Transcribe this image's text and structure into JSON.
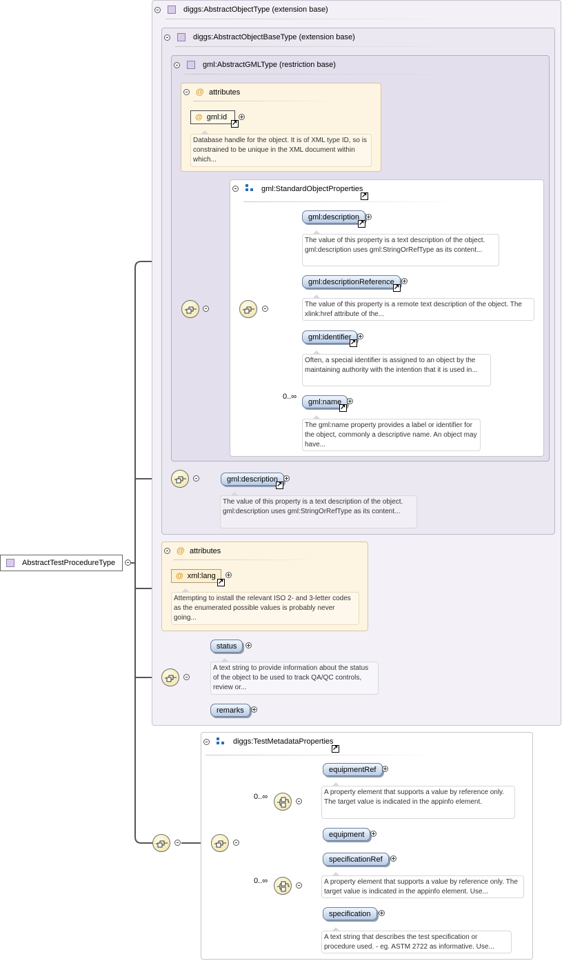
{
  "root": {
    "label": "AbstractTestProcedureType"
  },
  "types": {
    "t1": "diggs:AbstractObjectType (extension base)",
    "t2": "diggs:AbstractObjectBaseType (extension base)",
    "t3": "gml:AbstractGMLType (restriction base)"
  },
  "gml_attributes": {
    "header": "attributes",
    "attr": "gml:id",
    "note": "Database handle for the object. It is of XML type ID, so is constrained to be unique in the XML document within which..."
  },
  "std_props": {
    "header": "gml:StandardObjectProperties",
    "items": [
      {
        "name": "gml:description",
        "note": "The value of this property is a text description of the object. gml:description uses gml:StringOrRefType as its content..."
      },
      {
        "name": "gml:descriptionReference",
        "note": "The value of this property is a remote text description of the object. The xlink:href attribute of the..."
      },
      {
        "name": "gml:identifier",
        "note": "Often, a special identifier is assigned to an object by the maintaining authority with the intention that it is used in..."
      },
      {
        "name": "gml:name",
        "occ": "0..∞",
        "note": "The gml:name property provides a label or identifier for the object, commonly a descriptive name. An object may have..."
      }
    ]
  },
  "base_desc": {
    "name": "gml:description",
    "note": "The value of this property is a text description of the object. gml:description uses gml:StringOrRefType as its content..."
  },
  "lang_attributes": {
    "header": "attributes",
    "attr": "xml:lang",
    "note": "Attempting to install the relevant ISO 2- and 3-letter codes as the enumerated possible values is probably never going..."
  },
  "status": {
    "name": "status",
    "note": "A text string to provide information about the status of the object to be used to track QA/QC controls, review or...",
    "remarks": "remarks"
  },
  "test_meta": {
    "header": "diggs:TestMetadataProperties",
    "choice1": {
      "occ": "0..∞",
      "a": "equipmentRef",
      "a_note": "A property element that supports a value by reference only. The target value is indicated in the appinfo element.",
      "b": "equipment"
    },
    "choice2": {
      "occ": "0..∞",
      "a": "specificationRef",
      "a_note": "A property element that supports a value by reference only. The target value is indicated in the appinfo element. Use...",
      "b": "specification",
      "b_note": "A text string that describes the test specification or procedure used. - eg. ASTM 2722 as informative. Use..."
    }
  }
}
